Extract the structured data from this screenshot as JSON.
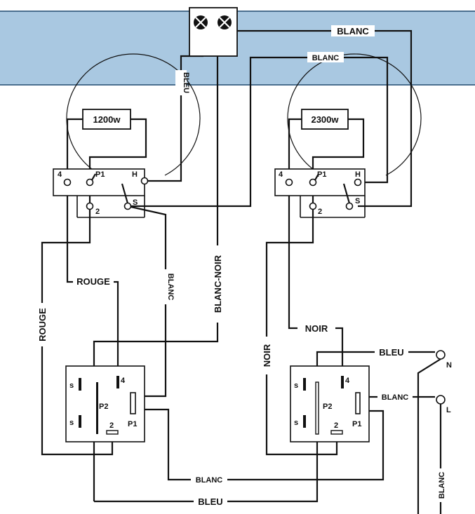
{
  "colors": {
    "band": "#a9c8e1",
    "band_border": "#4a6f8f",
    "ink": "#111111"
  },
  "lamp_box": {
    "icons": [
      "lamp-icon",
      "lamp-icon"
    ]
  },
  "heaters": [
    {
      "rating": "1200w",
      "terminals": {
        "t4": "4",
        "p1": "P1",
        "h": "H",
        "s": "S",
        "t2": "2"
      }
    },
    {
      "rating": "2300w",
      "terminals": {
        "t4": "4",
        "p1": "P1",
        "h": "H",
        "s": "S",
        "t2": "2"
      }
    }
  ],
  "switches": [
    {
      "labels": {
        "s_top": "s",
        "s_bot": "s",
        "t4": "4",
        "p2": "P2",
        "t2": "2",
        "p1": "P1"
      }
    },
    {
      "labels": {
        "s_top": "s",
        "s_bot": "s",
        "t4": "4",
        "p2": "P2",
        "t2": "2",
        "p1": "P1"
      }
    }
  ],
  "mains": {
    "n": "N",
    "l": "L"
  },
  "wires": {
    "blanc_top": "BLANC",
    "blanc_mid": "BLANC",
    "bleu_vertical": "BLEU",
    "blanc_noir": "BLANC-NOIR",
    "blanc_left": "BLANC",
    "rouge_short": "ROUGE",
    "rouge_long": "ROUGE",
    "noir_vertical": "NOIR",
    "noir_short": "NOIR",
    "bleu_n": "BLEU",
    "blanc_l": "BLANC",
    "blanc_bottom": "BLANC",
    "bleu_bottom": "BLEU",
    "blanc_vertical_right": "BLANC"
  }
}
